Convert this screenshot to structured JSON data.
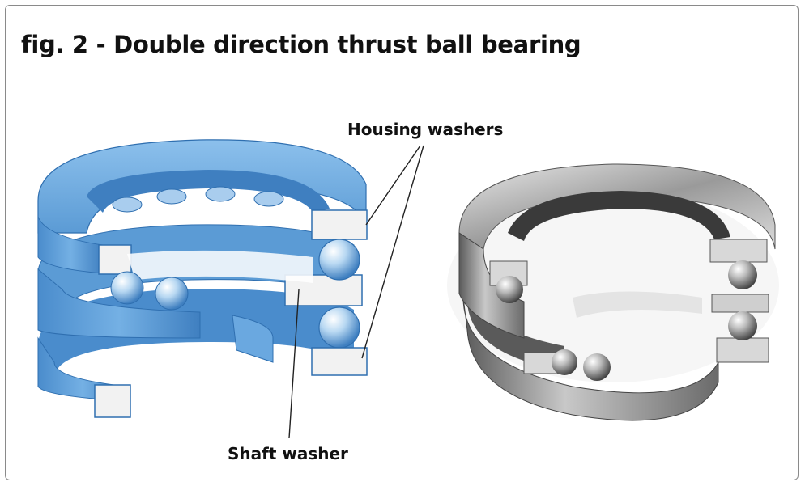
{
  "figure": {
    "title": "fig. 2 - Double direction thrust ball bearing",
    "labels": {
      "housing": "Housing washers",
      "shaft": "Shaft washer"
    }
  },
  "colors": {
    "diagram_blue": "#5b9bd5",
    "diagram_blue_dark": "#2f6fb0",
    "diagram_blue_light": "#a9cdee",
    "steel": "#9a9a9a",
    "steel_dark": "#3a3a3a",
    "border": "#8a8a8a"
  }
}
